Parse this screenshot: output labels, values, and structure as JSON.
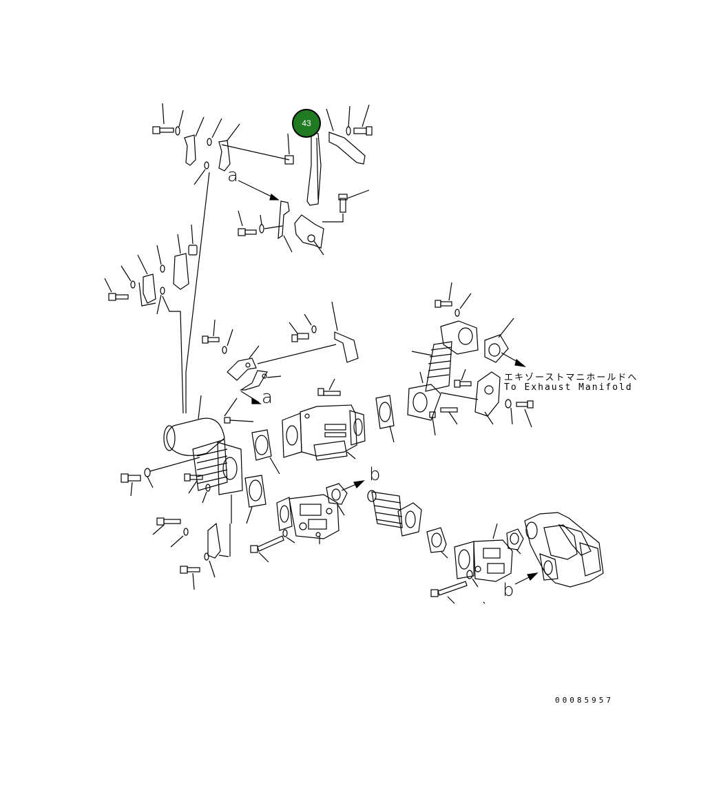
{
  "callout": {
    "number": "43",
    "color": "#1f7a22"
  },
  "reference_marks": {
    "a_top": "a",
    "a_mid": "a",
    "b_mid": "b",
    "b_bottom": "b"
  },
  "exhaust_note": {
    "japanese": "エキゾーストマニホールドへ",
    "english": "To Exhaust Manifold"
  },
  "document_number": "00085957"
}
